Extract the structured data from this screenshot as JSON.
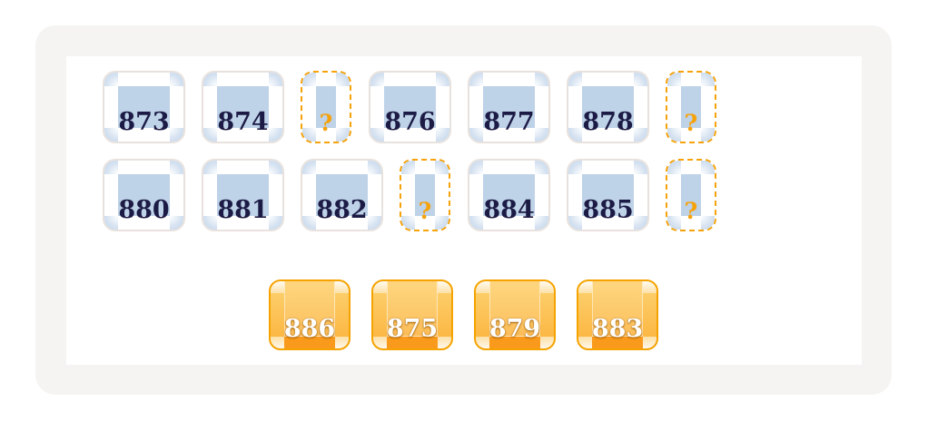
{
  "puzzle": {
    "sequence_rows": [
      [
        {
          "label": "873",
          "kind": "number"
        },
        {
          "label": "874",
          "kind": "number"
        },
        {
          "label": "?",
          "kind": "missing"
        },
        {
          "label": "876",
          "kind": "number"
        },
        {
          "label": "877",
          "kind": "number"
        },
        {
          "label": "878",
          "kind": "number"
        },
        {
          "label": "?",
          "kind": "missing"
        }
      ],
      [
        {
          "label": "880",
          "kind": "number"
        },
        {
          "label": "881",
          "kind": "number"
        },
        {
          "label": "882",
          "kind": "number"
        },
        {
          "label": "?",
          "kind": "missing"
        },
        {
          "label": "884",
          "kind": "number"
        },
        {
          "label": "885",
          "kind": "number"
        },
        {
          "label": "?",
          "kind": "missing"
        }
      ]
    ],
    "choices": [
      {
        "label": "886"
      },
      {
        "label": "875"
      },
      {
        "label": "879"
      },
      {
        "label": "883"
      }
    ]
  },
  "colors": {
    "panel": "#f5f4f2",
    "tile_blue": "#bed2e8",
    "tile_text": "#1c1b45",
    "accent_orange": "#f6a20a"
  }
}
